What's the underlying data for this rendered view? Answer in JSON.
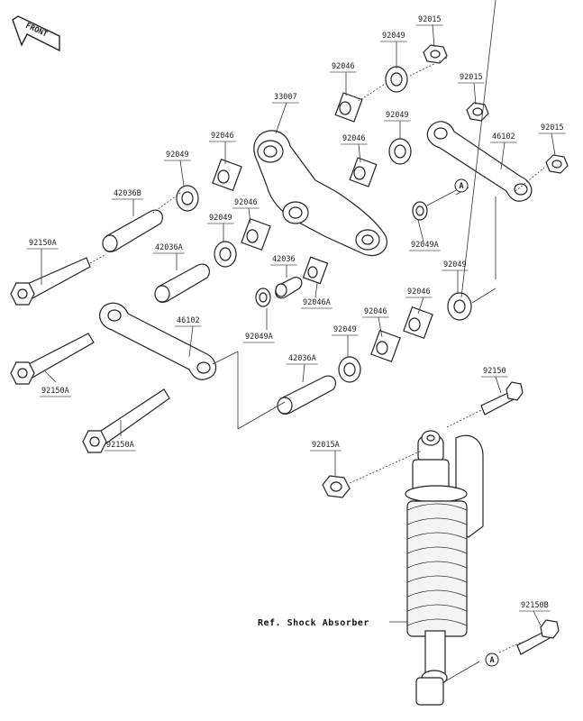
{
  "front_badge": "FRONT",
  "parts": [
    {
      "id": "p01",
      "number": "92015"
    },
    {
      "id": "p02",
      "number": "92049"
    },
    {
      "id": "p03",
      "number": "92046"
    },
    {
      "id": "p04",
      "number": "92015"
    },
    {
      "id": "p05",
      "number": "33007"
    },
    {
      "id": "p06",
      "number": "92049"
    },
    {
      "id": "p07",
      "number": "46102"
    },
    {
      "id": "p08",
      "number": "92015"
    },
    {
      "id": "p09",
      "number": "92046"
    },
    {
      "id": "p10",
      "number": "92046"
    },
    {
      "id": "p11",
      "number": "92049"
    },
    {
      "id": "p12",
      "number": "42036B"
    },
    {
      "id": "p13",
      "number": "92046"
    },
    {
      "id": "p14",
      "number": "92049"
    },
    {
      "id": "p15",
      "number": "92049A"
    },
    {
      "id": "p16",
      "number": "92150A"
    },
    {
      "id": "p17",
      "number": "42036A"
    },
    {
      "id": "p18",
      "number": "42036"
    },
    {
      "id": "p19",
      "number": "92049"
    },
    {
      "id": "p20",
      "number": "92046A"
    },
    {
      "id": "p21",
      "number": "92046"
    },
    {
      "id": "p22",
      "number": "92049A"
    },
    {
      "id": "p23",
      "number": "46102"
    },
    {
      "id": "p24",
      "number": "92046"
    },
    {
      "id": "p25",
      "number": "92049"
    },
    {
      "id": "p26",
      "number": "42036A"
    },
    {
      "id": "p27",
      "number": "92150A"
    },
    {
      "id": "p28",
      "number": "92150"
    },
    {
      "id": "p29",
      "number": "92150A"
    },
    {
      "id": "p30",
      "number": "92015A"
    },
    {
      "id": "p31",
      "number": "92150B"
    }
  ],
  "reference_label": "Ref. Shock Absorber",
  "callout_marker": "A"
}
